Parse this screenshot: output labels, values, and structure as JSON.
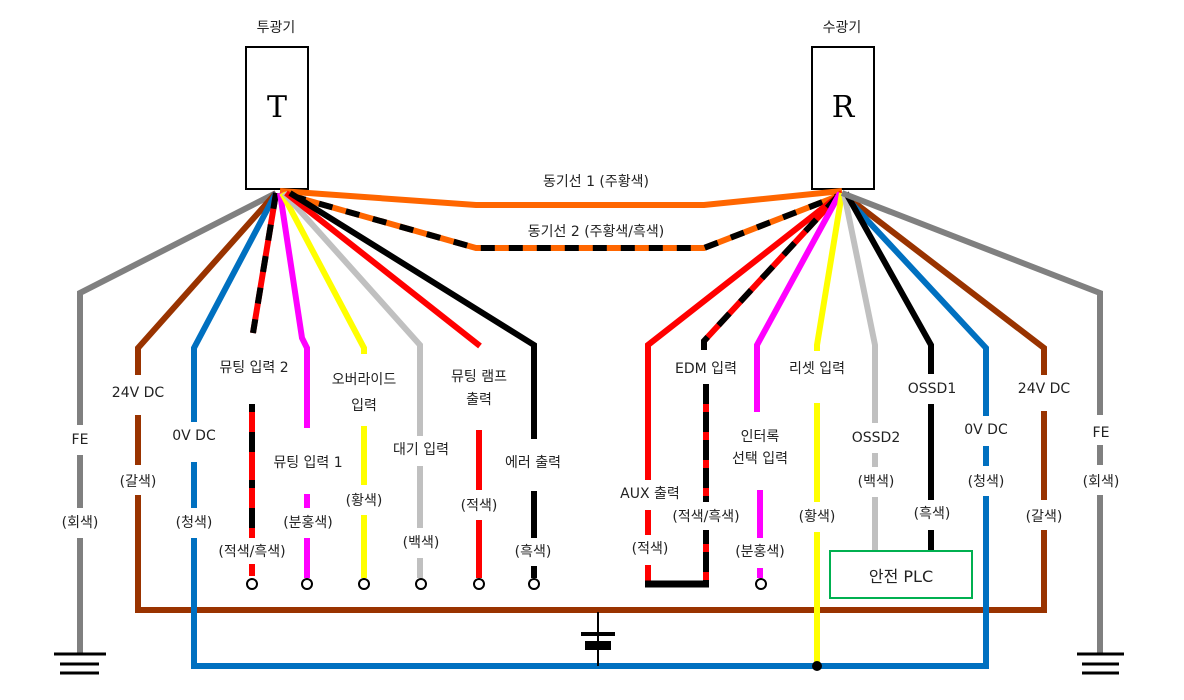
{
  "colors": {
    "gray": "#808080",
    "brown": "#993300",
    "blue": "#0070C0",
    "red": "#FF0000",
    "black": "#000000",
    "magenta": "#FF00FF",
    "yellow": "#FFFF00",
    "white_wire": "#C0C0C0",
    "orange": "#FF6600",
    "plc_border": "#00B050"
  },
  "emitter": {
    "title": "투광기",
    "letter": "T"
  },
  "receiver": {
    "title": "수광기",
    "letter": "R"
  },
  "sync": {
    "line1": "동기선 1 (주황색)",
    "line2": "동기선 2 (주황색/흑색)"
  },
  "emitter_wires": [
    {
      "name": "FE",
      "color": "(회색)"
    },
    {
      "name": "24V DC",
      "color": "(갈색)"
    },
    {
      "name": "0V DC",
      "color": "(청색)"
    },
    {
      "name": "뮤팅 입력 2",
      "color": "(적색/흑색)"
    },
    {
      "name": "뮤팅 입력 1",
      "color": "(분홍색)"
    },
    {
      "name1": "오버라이드",
      "name2": "입력",
      "color": "(황색)"
    },
    {
      "name": "대기 입력",
      "color": "(백색)"
    },
    {
      "name1": "뮤팅 램프",
      "name2": "출력",
      "color": "(적색)"
    },
    {
      "name": "에러 출력",
      "color": "(흑색)"
    }
  ],
  "receiver_wires": [
    {
      "name": "AUX 출력",
      "color": "(적색)"
    },
    {
      "name": "EDM 입력",
      "color": "(적색/흑색)"
    },
    {
      "name1": "인터록",
      "name2": "선택 입력",
      "color": "(분홍색)"
    },
    {
      "name": "리셋 입력",
      "color": "(황색)"
    },
    {
      "name": "OSSD2",
      "color": "(백색)"
    },
    {
      "name": "OSSD1",
      "color": "(흑색)"
    },
    {
      "name": "0V DC",
      "color": "(청색)"
    },
    {
      "name": "24V DC",
      "color": "(갈색)"
    },
    {
      "name": "FE",
      "color": "(회색)"
    }
  ],
  "plc": {
    "label": "안전 PLC"
  }
}
